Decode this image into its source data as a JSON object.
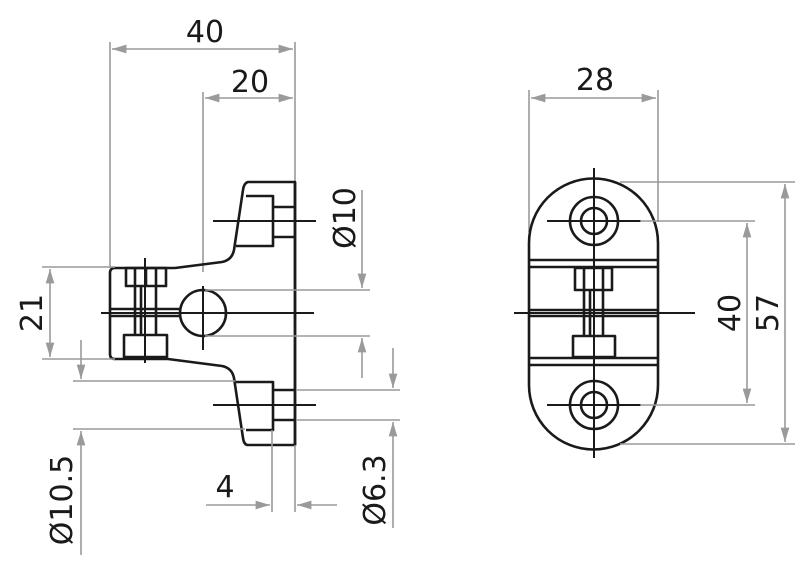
{
  "drawing": {
    "side_view": {
      "dimensions": {
        "overall_depth": "40",
        "hole_offset": "20",
        "upper_hole_dia": "Ø10",
        "height": "21",
        "lower_hole_dia": "Ø10.5",
        "flange_thickness": "4",
        "screw_dia": "Ø6.3"
      }
    },
    "front_view": {
      "dimensions": {
        "width": "28",
        "hole_spacing": "40",
        "overall_length": "57"
      }
    },
    "colors": {
      "object_line": "#1a1a1a",
      "dimension_line": "#9a9a9a",
      "background": "#ffffff"
    }
  }
}
